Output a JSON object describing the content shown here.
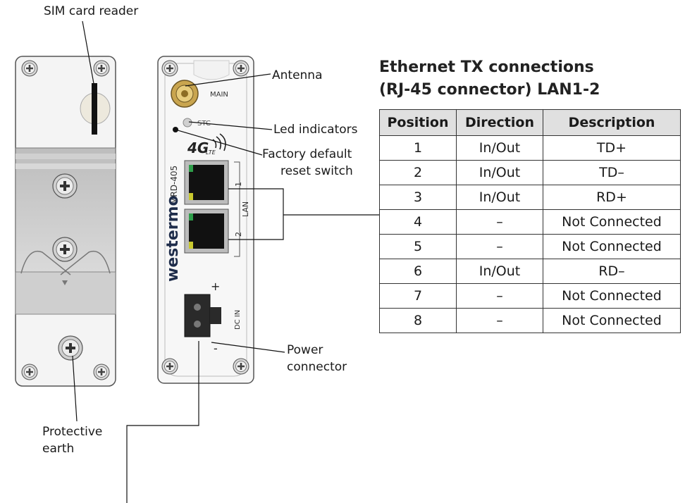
{
  "labels": {
    "sim_card_reader": "SIM card reader",
    "antenna": "Antenna",
    "led_indicators": "Led indicators",
    "factory_reset_line1": "Factory default",
    "factory_reset_line2": "reset switch",
    "power_connector_line1": "Power",
    "power_connector_line2": "connector",
    "protective_earth_line1": "Protective",
    "protective_earth_line2": "earth"
  },
  "device": {
    "main": "MAIN",
    "stc": "STC",
    "four_g": "4G",
    "lte": "LTE",
    "model": "MRD-405",
    "brand": "westermo",
    "lan": "LAN",
    "port1": "1",
    "port2": "2",
    "plus": "+",
    "minus": "-",
    "dc_in": "DC IN"
  },
  "table": {
    "title_line1": "Ethernet TX connections",
    "title_line2": "(RJ-45 connector) LAN1-2",
    "headers": [
      "Position",
      "Direction",
      "Description"
    ],
    "rows": [
      [
        "1",
        "In/Out",
        "TD+"
      ],
      [
        "2",
        "In/Out",
        "TD–"
      ],
      [
        "3",
        "In/Out",
        "RD+"
      ],
      [
        "4",
        "–",
        "Not Connected"
      ],
      [
        "5",
        "–",
        "Not Connected"
      ],
      [
        "6",
        "In/Out",
        "RD–"
      ],
      [
        "7",
        "–",
        "Not Connected"
      ],
      [
        "8",
        "–",
        "Not Connected"
      ]
    ]
  }
}
